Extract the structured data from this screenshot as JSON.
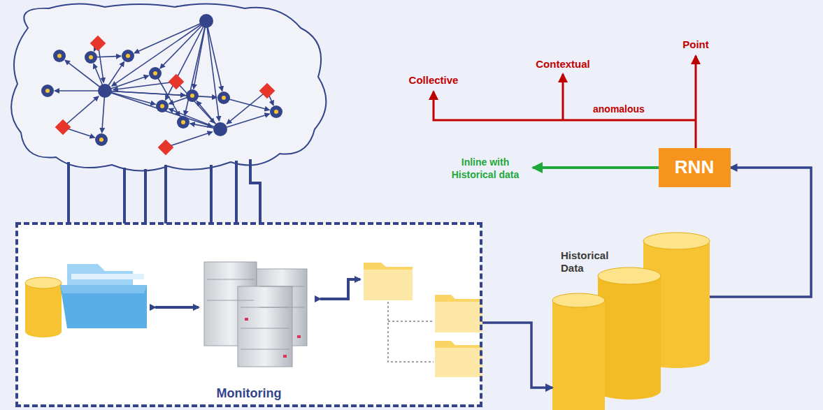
{
  "diagram": {
    "nodes": [
      {
        "text": [
          "Monitoring"
        ]
      },
      {
        "text": [
          "Historical Data"
        ]
      },
      {
        "text": [
          "RNN"
        ]
      }
    ],
    "edges": [
      {
        "from": 0,
        "to": 1,
        "arrow": "to"
      },
      {
        "from": 1,
        "to": 2,
        "arrow": "to"
      }
    ],
    "labels": [
      "Inline with Historical data",
      "anomalous",
      "Collective",
      "Contextual",
      "Point"
    ]
  }
}
